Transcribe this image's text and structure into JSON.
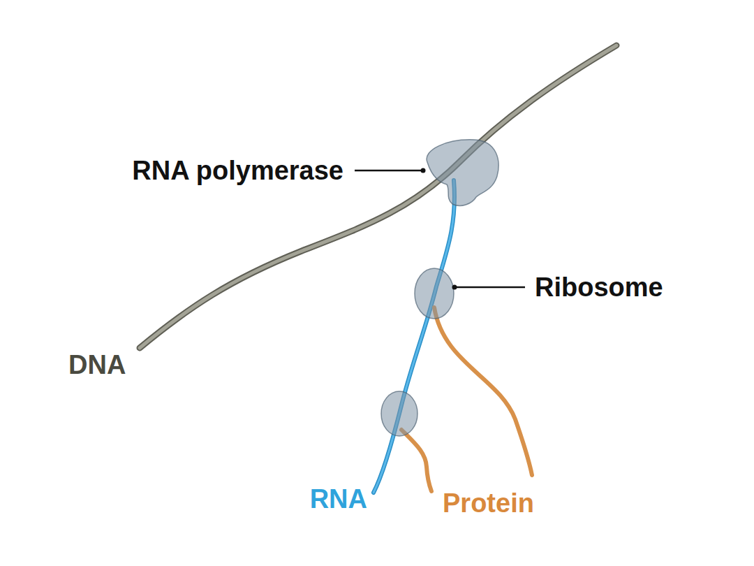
{
  "diagram": {
    "labels": [
      "RNA polymerase",
      "Ribosome",
      "DNA",
      "RNA",
      "Protein"
    ]
  }
}
